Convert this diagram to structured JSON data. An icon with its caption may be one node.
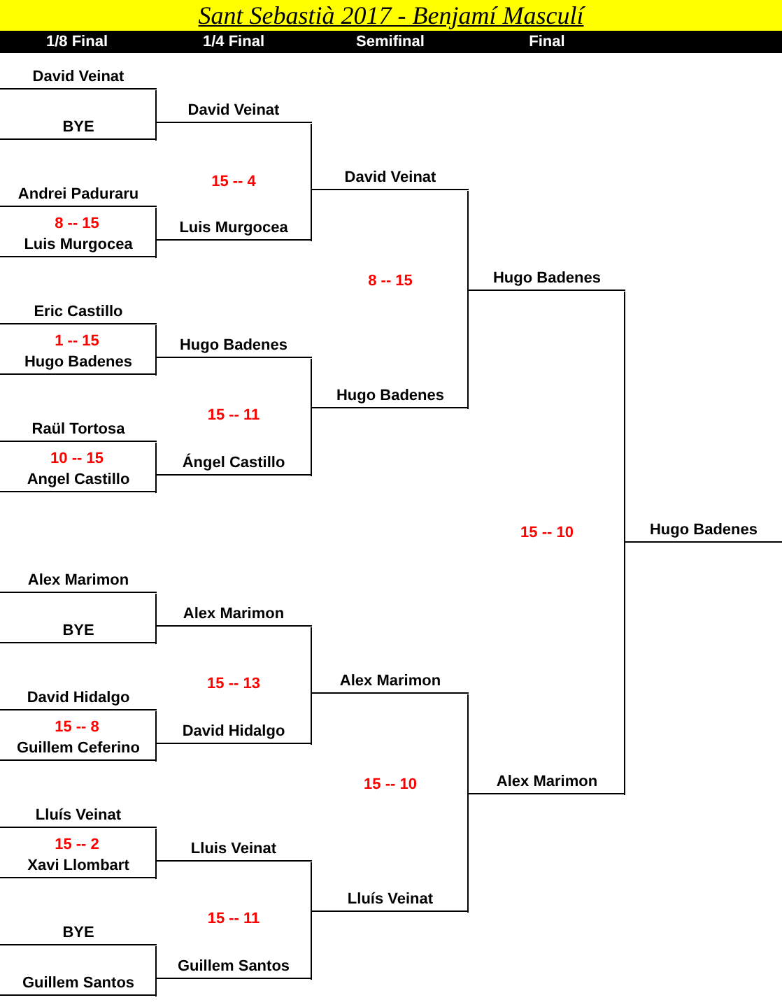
{
  "diagram": {
    "title": "Sant Sebastià 2017 - Benjamí Masculí",
    "nodes": [
      {
        "text": [
          "David Veinat"
        ]
      },
      {
        "text": [
          "BYE"
        ]
      },
      {
        "text": [
          "Andrei Paduraru"
        ]
      },
      {
        "text": [
          "Luis Murgocea"
        ]
      },
      {
        "text": [
          "Eric Castillo"
        ]
      },
      {
        "text": [
          "Hugo Badenes"
        ]
      },
      {
        "text": [
          "Raül Tortosa"
        ]
      },
      {
        "text": [
          "Angel Castillo"
        ]
      },
      {
        "text": [
          "Alex Marimon"
        ]
      },
      {
        "text": [
          "BYE"
        ]
      },
      {
        "text": [
          "David Hidalgo"
        ]
      },
      {
        "text": [
          "Guillem Ceferino"
        ]
      },
      {
        "text": [
          "Lluís Veinat"
        ]
      },
      {
        "text": [
          "Xavi Llombart"
        ]
      },
      {
        "text": [
          "BYE"
        ]
      },
      {
        "text": [
          "Guillem Santos"
        ]
      },
      {
        "text": [
          "David Veinat"
        ]
      },
      {
        "text": [
          "Luis Murgocea"
        ]
      },
      {
        "text": [
          "Hugo Badenes"
        ]
      },
      {
        "text": [
          "Ángel Castillo"
        ]
      },
      {
        "text": [
          "Alex Marimon"
        ]
      },
      {
        "text": [
          "David Hidalgo"
        ]
      },
      {
        "text": [
          "Lluis Veinat"
        ]
      },
      {
        "text": [
          "Guillem Santos"
        ]
      },
      {
        "text": [
          "David Veinat"
        ]
      },
      {
        "text": [
          "Hugo Badenes"
        ]
      },
      {
        "text": [
          "Alex Marimon"
        ]
      },
      {
        "text": [
          "Lluís Veinat"
        ]
      },
      {
        "text": [
          "Hugo Badenes"
        ]
      },
      {
        "text": [
          "Alex Marimon"
        ]
      },
      {
        "text": [
          "Hugo Badenes"
        ]
      }
    ],
    "edges": [
      {
        "from": 0,
        "to": 16,
        "arrow": "none"
      },
      {
        "from": 1,
        "to": 16,
        "arrow": "none"
      },
      {
        "from": 2,
        "to": 17,
        "arrow": "none"
      },
      {
        "from": 3,
        "to": 17,
        "arrow": "none"
      },
      {
        "from": 4,
        "to": 18,
        "arrow": "none"
      },
      {
        "from": 5,
        "to": 18,
        "arrow": "none"
      },
      {
        "from": 6,
        "to": 19,
        "arrow": "none"
      },
      {
        "from": 7,
        "to": 19,
        "arrow": "none"
      },
      {
        "from": 8,
        "to": 20,
        "arrow": "none"
      },
      {
        "from": 9,
        "to": 20,
        "arrow": "none"
      },
      {
        "from": 10,
        "to": 21,
        "arrow": "none"
      },
      {
        "from": 11,
        "to": 21,
        "arrow": "none"
      },
      {
        "from": 12,
        "to": 22,
        "arrow": "none"
      },
      {
        "from": 13,
        "to": 22,
        "arrow": "none"
      },
      {
        "from": 14,
        "to": 23,
        "arrow": "none"
      },
      {
        "from": 15,
        "to": 23,
        "arrow": "none"
      },
      {
        "from": 16,
        "to": 24,
        "arrow": "none"
      },
      {
        "from": 17,
        "to": 24,
        "arrow": "none"
      },
      {
        "from": 18,
        "to": 25,
        "arrow": "none"
      },
      {
        "from": 19,
        "to": 25,
        "arrow": "none"
      },
      {
        "from": 20,
        "to": 26,
        "arrow": "none"
      },
      {
        "from": 21,
        "to": 26,
        "arrow": "none"
      },
      {
        "from": 22,
        "to": 27,
        "arrow": "none"
      },
      {
        "from": 23,
        "to": 27,
        "arrow": "none"
      },
      {
        "from": 24,
        "to": 28,
        "arrow": "none"
      },
      {
        "from": 25,
        "to": 28,
        "arrow": "none"
      },
      {
        "from": 26,
        "to": 29,
        "arrow": "none"
      },
      {
        "from": 27,
        "to": 29,
        "arrow": "none"
      },
      {
        "from": 28,
        "to": 30,
        "arrow": "none"
      },
      {
        "from": 29,
        "to": 30,
        "arrow": "none"
      }
    ],
    "labels": [
      "1/8 Final",
      "1/4 Final",
      "Semifinal",
      "Final",
      "15 -- 4",
      "8 -- 15",
      "8 -- 15",
      "1 -- 15",
      "15 -- 11",
      "10 -- 15",
      "15 -- 10",
      "15 -- 13",
      "15 -- 8",
      "15 -- 10",
      "15 -- 2",
      "15 -- 11"
    ]
  }
}
